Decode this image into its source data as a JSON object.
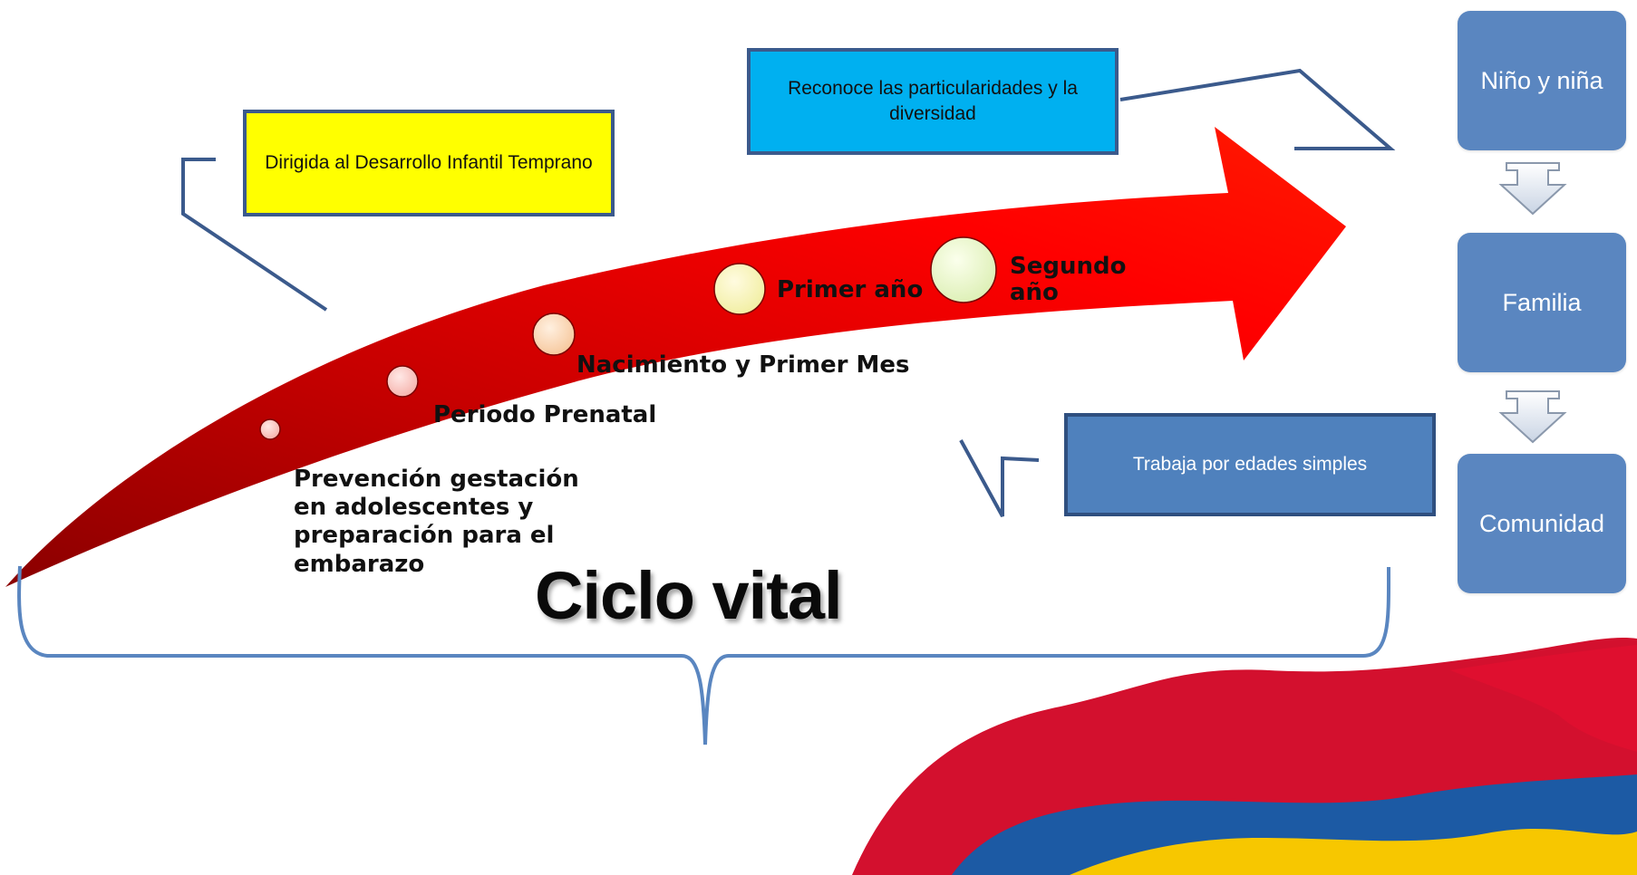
{
  "title": "Ciclo vital",
  "notes": {
    "early_childhood": "Dirigida al Desarrollo Infantil Temprano",
    "diversity": "Reconoce las particularidades y la diversidad",
    "ages": "Trabaja por edades simples"
  },
  "stages": [
    "Prevención gestación en adolescentes y preparación para el embarazo",
    "Periodo Prenatal",
    "Nacimiento y Primer Mes",
    "Primer año",
    "Segundo año"
  ],
  "levels": [
    "Niño y niña",
    "Familia",
    "Comunidad"
  ],
  "colors": {
    "arrow_dark": "#9c0000",
    "arrow_bright": "#ff0000",
    "card": "#5a86c0",
    "yellow_note": "#ffff00",
    "cyan_note": "#00b0f0",
    "steel_note": "#4f81bd",
    "brace": "#5a86c0",
    "flag_red": "#d3102e",
    "flag_blue": "#1c5aa4",
    "flag_yellow": "#f7c700"
  }
}
